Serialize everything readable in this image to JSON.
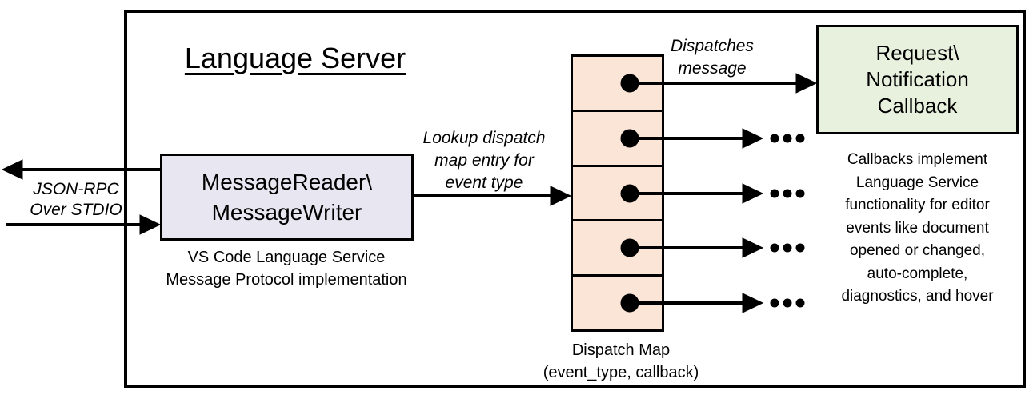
{
  "diagram": {
    "title": "Language Server",
    "colors": {
      "border": "#000000",
      "reader_box_fill": "#E8E7F1",
      "dispatch_cell_fill": "#FBE5D6",
      "callback_box_fill": "#E8F0DE",
      "background": "#FFFFFF"
    },
    "left_channel": {
      "label_line1": "JSON-RPC",
      "label_line2": "Over STDIO"
    },
    "reader_box": {
      "line1": "MessageReader\\",
      "line2": "MessageWriter",
      "caption_line1": "VS Code Language Service",
      "caption_line2": "Message Protocol implementation"
    },
    "lookup_label": {
      "line1": "Lookup dispatch",
      "line2": "map entry for",
      "line3": "event type"
    },
    "dispatch_label": {
      "line1": "Dispatches",
      "line2": "message"
    },
    "dispatch_map": {
      "cell_count": 5,
      "caption_line1": "Dispatch Map",
      "caption_line2": "(event_type, callback)"
    },
    "callback_box": {
      "line1": "Request\\",
      "line2": "Notification",
      "line3": "Callback"
    },
    "callback_note": {
      "lines": [
        "Callbacks implement",
        "Language Service",
        "functionality for editor",
        "events like document",
        "opened or changed,",
        "auto-complete,",
        "diagnostics, and hover"
      ]
    },
    "icons": {
      "ellipsis": "…",
      "arrow": "→"
    }
  }
}
